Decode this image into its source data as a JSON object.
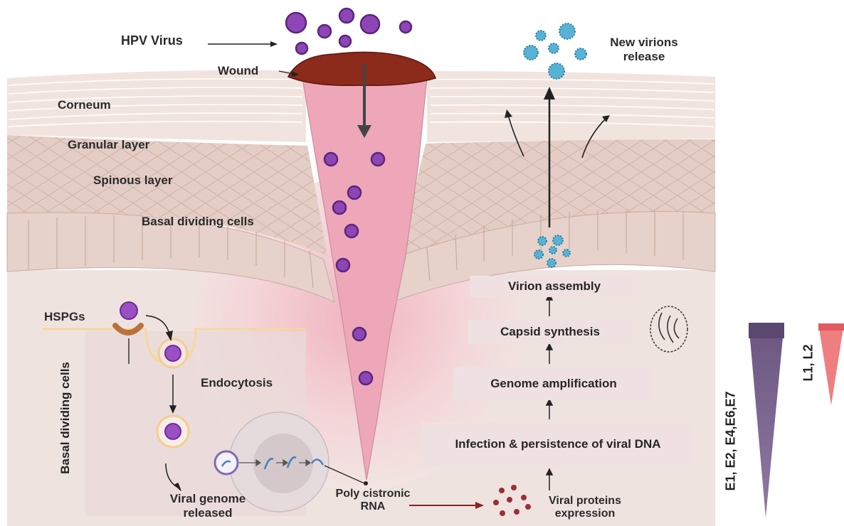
{
  "labels": {
    "hpv_virus": "HPV Virus",
    "wound": "Wound",
    "corneum": "Corneum",
    "granular_layer": "Granular layer",
    "spinous_layer": "Spinous layer",
    "basal_dividing_cells": "Basal dividing cells",
    "hspgs": "HSPGs",
    "basal_dividing_cells_vertical": "Basal dividing cells",
    "endocytosis": "Endocytosis",
    "viral_genome_released": "Viral genome released",
    "poly_cistronic_rna": "Poly cistronic RNA",
    "viral_proteins_expression": "Viral proteins expression",
    "new_virions_release": "New virions release"
  },
  "steps": [
    {
      "label": "Virion assembly"
    },
    {
      "label": "Capsid synthesis"
    },
    {
      "label": "Genome amplification"
    },
    {
      "label": "Infection & persistence of viral DNA"
    }
  ],
  "gene_expression": {
    "early_label": "E1, E2, E4,E6,E7",
    "late_label": "L1, L2"
  },
  "colors": {
    "virus_purple": "#7b3fa1",
    "virion_blue": "#3d9ec4",
    "wound_pink": "#eba3b5",
    "wound_scab": "#8c2a1c",
    "skin_layer": "#ecdcd6",
    "early_triangle": "#7e6b96",
    "late_triangle": "#ee7e80",
    "protein_dots": "#9b2f37"
  }
}
